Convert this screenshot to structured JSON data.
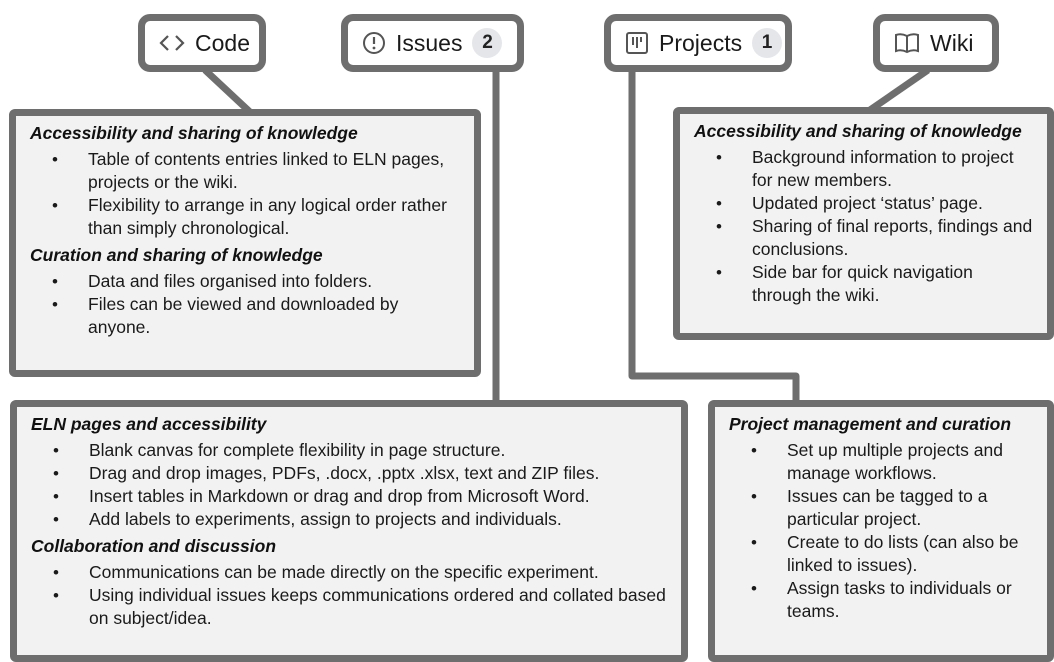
{
  "tabs": {
    "code": {
      "label": "Code",
      "icon": "code-icon"
    },
    "issues": {
      "label": "Issues",
      "count": "2",
      "icon": "issue-opened-icon"
    },
    "projects": {
      "label": "Projects",
      "count": "1",
      "icon": "project-board-icon"
    },
    "wiki": {
      "label": "Wiki",
      "icon": "book-icon"
    }
  },
  "panels": {
    "code": {
      "sections": [
        {
          "heading": "Accessibility and sharing of knowledge",
          "items": [
            "Table of contents entries linked to ELN pages, projects or the wiki.",
            "Flexibility to arrange in any logical order rather than simply chronological."
          ]
        },
        {
          "heading": "Curation and sharing of knowledge",
          "items": [
            "Data and files organised into folders.",
            "Files can be viewed and downloaded by anyone."
          ]
        }
      ]
    },
    "wiki": {
      "sections": [
        {
          "heading": "Accessibility and sharing of knowledge",
          "items": [
            "Background information to project for new members.",
            "Updated project ‘status’ page.",
            "Sharing of final reports, findings and conclusions.",
            "Side bar for quick navigation through the wiki."
          ]
        }
      ]
    },
    "issues": {
      "sections": [
        {
          "heading": "ELN pages and accessibility",
          "items": [
            "Blank canvas for complete flexibility in page structure.",
            "Drag and drop images, PDFs, .docx, .pptx .xlsx, text and ZIP files.",
            "Insert tables in Markdown or drag and drop from Microsoft Word.",
            "Add labels to experiments, assign to projects and individuals."
          ]
        },
        {
          "heading": "Collaboration and discussion",
          "items": [
            "Communications can be made directly on the specific experiment.",
            "Using individual issues keeps communications ordered and collated based on subject/idea."
          ]
        }
      ]
    },
    "projects": {
      "sections": [
        {
          "heading": "Project management and curation",
          "items": [
            "Set up multiple projects and manage workflows.",
            "Issues can be tagged to a particular project.",
            "Create to do lists (can also be linked to issues).",
            "Assign tasks to individuals or teams."
          ]
        }
      ]
    }
  },
  "colors": {
    "border": "#6e6e6e",
    "panel_bg": "#f2f2f2",
    "counter_bg": "#e4e6e9"
  }
}
